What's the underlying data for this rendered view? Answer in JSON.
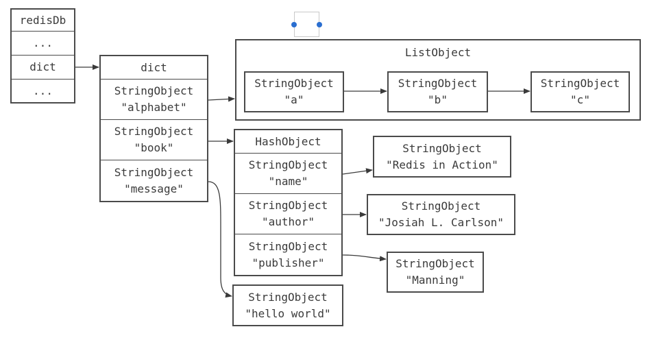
{
  "redisDb": {
    "title": "redisDb",
    "rows": [
      "...",
      "dict",
      "..."
    ]
  },
  "dict": {
    "title": "dict",
    "entries": [
      {
        "type": "StringObject",
        "value": "\"alphabet\""
      },
      {
        "type": "StringObject",
        "value": "\"book\""
      },
      {
        "type": "StringObject",
        "value": "\"message\""
      }
    ]
  },
  "list_object": {
    "title": "ListObject",
    "items": [
      {
        "type": "StringObject",
        "value": "\"a\""
      },
      {
        "type": "StringObject",
        "value": "\"b\""
      },
      {
        "type": "StringObject",
        "value": "\"c\""
      }
    ]
  },
  "hash_object": {
    "title": "HashObject",
    "fields": [
      {
        "type": "StringObject",
        "value": "\"name\""
      },
      {
        "type": "StringObject",
        "value": "\"author\""
      },
      {
        "type": "StringObject",
        "value": "\"publisher\""
      }
    ],
    "values": [
      {
        "type": "StringObject",
        "value": "\"Redis in Action\""
      },
      {
        "type": "StringObject",
        "value": "\"Josiah L. Carlson\""
      },
      {
        "type": "StringObject",
        "value": "\"Manning\""
      }
    ]
  },
  "message_value": {
    "type": "StringObject",
    "value": "\"hello world\""
  }
}
